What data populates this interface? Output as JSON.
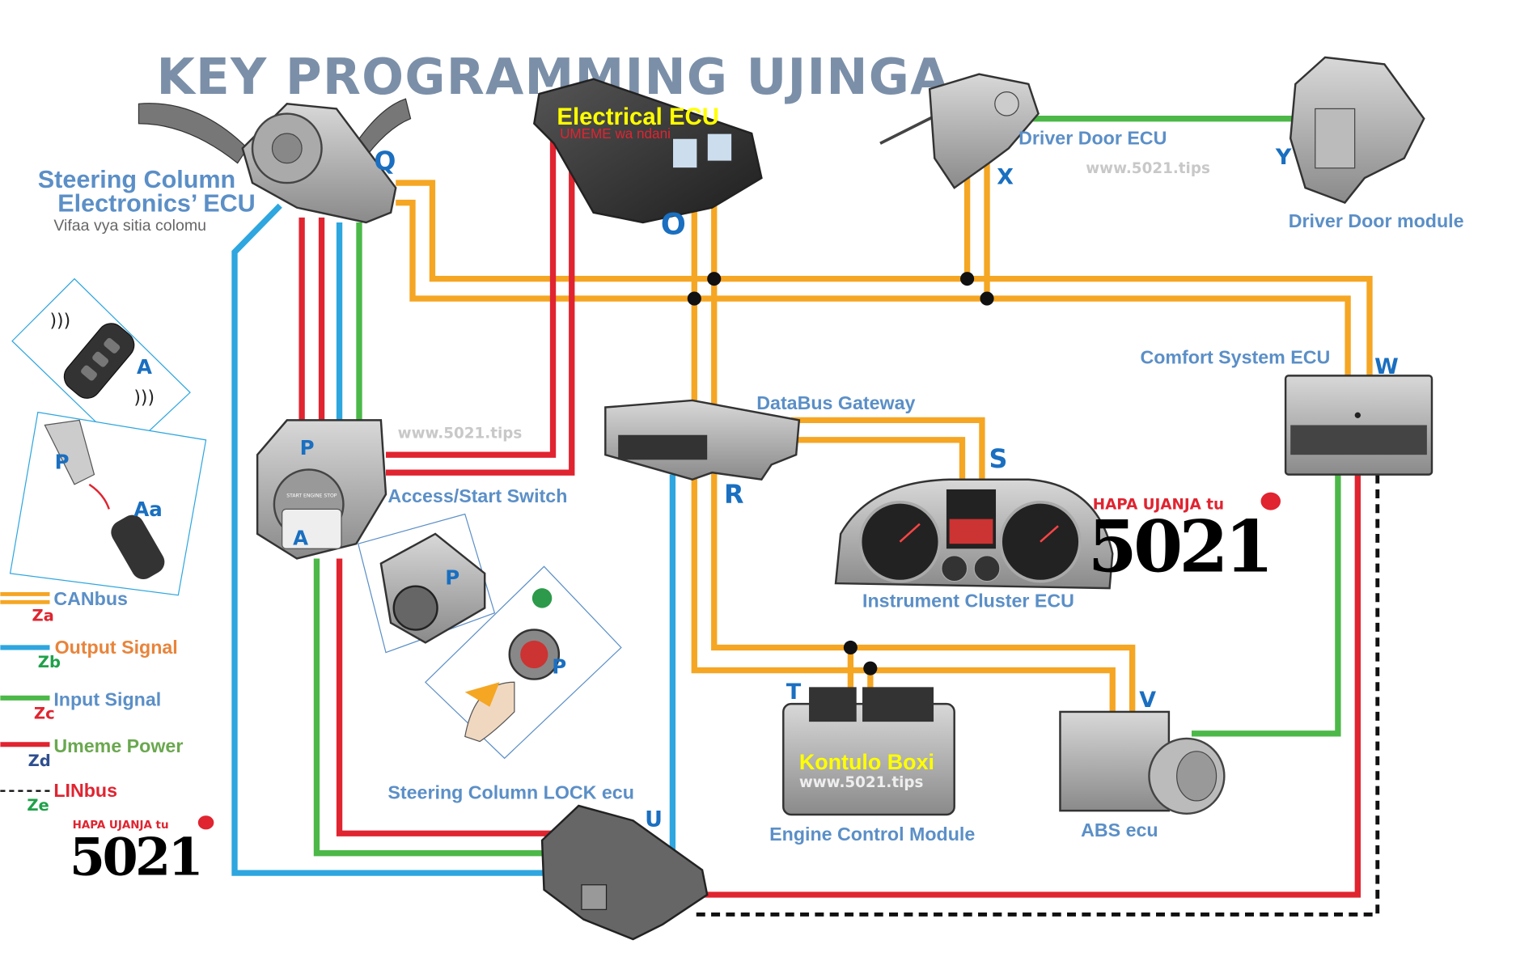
{
  "title": "KEY PROGRAMMING UJINGA",
  "components": {
    "steering_column_ecu": {
      "line1": "Steering Column",
      "line2": "Electronics’ ECU",
      "subtitle": "Vifaa vya sitia colomu",
      "letter": "Q"
    },
    "electrical_ecu": {
      "label": "Electrical ECU",
      "subtitle": "UMEME wa ndani",
      "letter": "O"
    },
    "driver_door_ecu": {
      "label": "Driver Door ECU",
      "letter": "X"
    },
    "driver_door_module": {
      "label": "Driver Door module",
      "letter": "Y"
    },
    "comfort_system_ecu": {
      "label": "Comfort System ECU",
      "letter": "W"
    },
    "databus_gateway": {
      "label": "DataBus Gateway",
      "letter": "R"
    },
    "instrument_cluster": {
      "label": "Instrument Cluster ECU",
      "letter": "S"
    },
    "access_start_switch": {
      "label": "Access/Start Switch",
      "letter_p": "P",
      "letter_a": "A",
      "button_text": "START ENGINE STOP"
    },
    "steering_lock": {
      "label": "Steering Column LOCK ecu",
      "letter": "U"
    },
    "engine_control_module": {
      "label": "Engine Control Module",
      "inner_label": "Kontulo Boxi",
      "letter": "T"
    },
    "abs_ecu": {
      "label": "ABS ecu",
      "letter": "V"
    },
    "key_fob": {
      "letter": "A"
    },
    "immobilizer": {
      "letter_p": "P",
      "letter_aa": "Aa"
    },
    "lock_cylinder": {
      "letter": "P"
    },
    "push_button": {
      "letter": "P"
    }
  },
  "watermark": "www.5021.tips",
  "logo": {
    "tagline": "HAPA UJANJA tu",
    "number": "5021"
  },
  "legend": [
    {
      "label": "CANbus",
      "code": "Za",
      "color": "#f5a623",
      "label_color": "#5b8fc7",
      "code_color": "#e02430"
    },
    {
      "label": "Output Signal",
      "code": "Zb",
      "color": "#2ea6df",
      "label_color": "#e8843a",
      "code_color": "#1fa14a"
    },
    {
      "label": "Input Signal",
      "code": "Zc",
      "color": "#4cb848",
      "label_color": "#5b8fc7",
      "code_color": "#e02430"
    },
    {
      "label": "Umeme Power",
      "code": "Zd",
      "color": "#e02430",
      "label_color": "#6aa84f",
      "code_color": "#2e4f8f"
    },
    {
      "label": "LINbus",
      "code": "Ze",
      "color": "#111111",
      "label_color": "#e02430",
      "code_color": "#1fa14a"
    }
  ]
}
